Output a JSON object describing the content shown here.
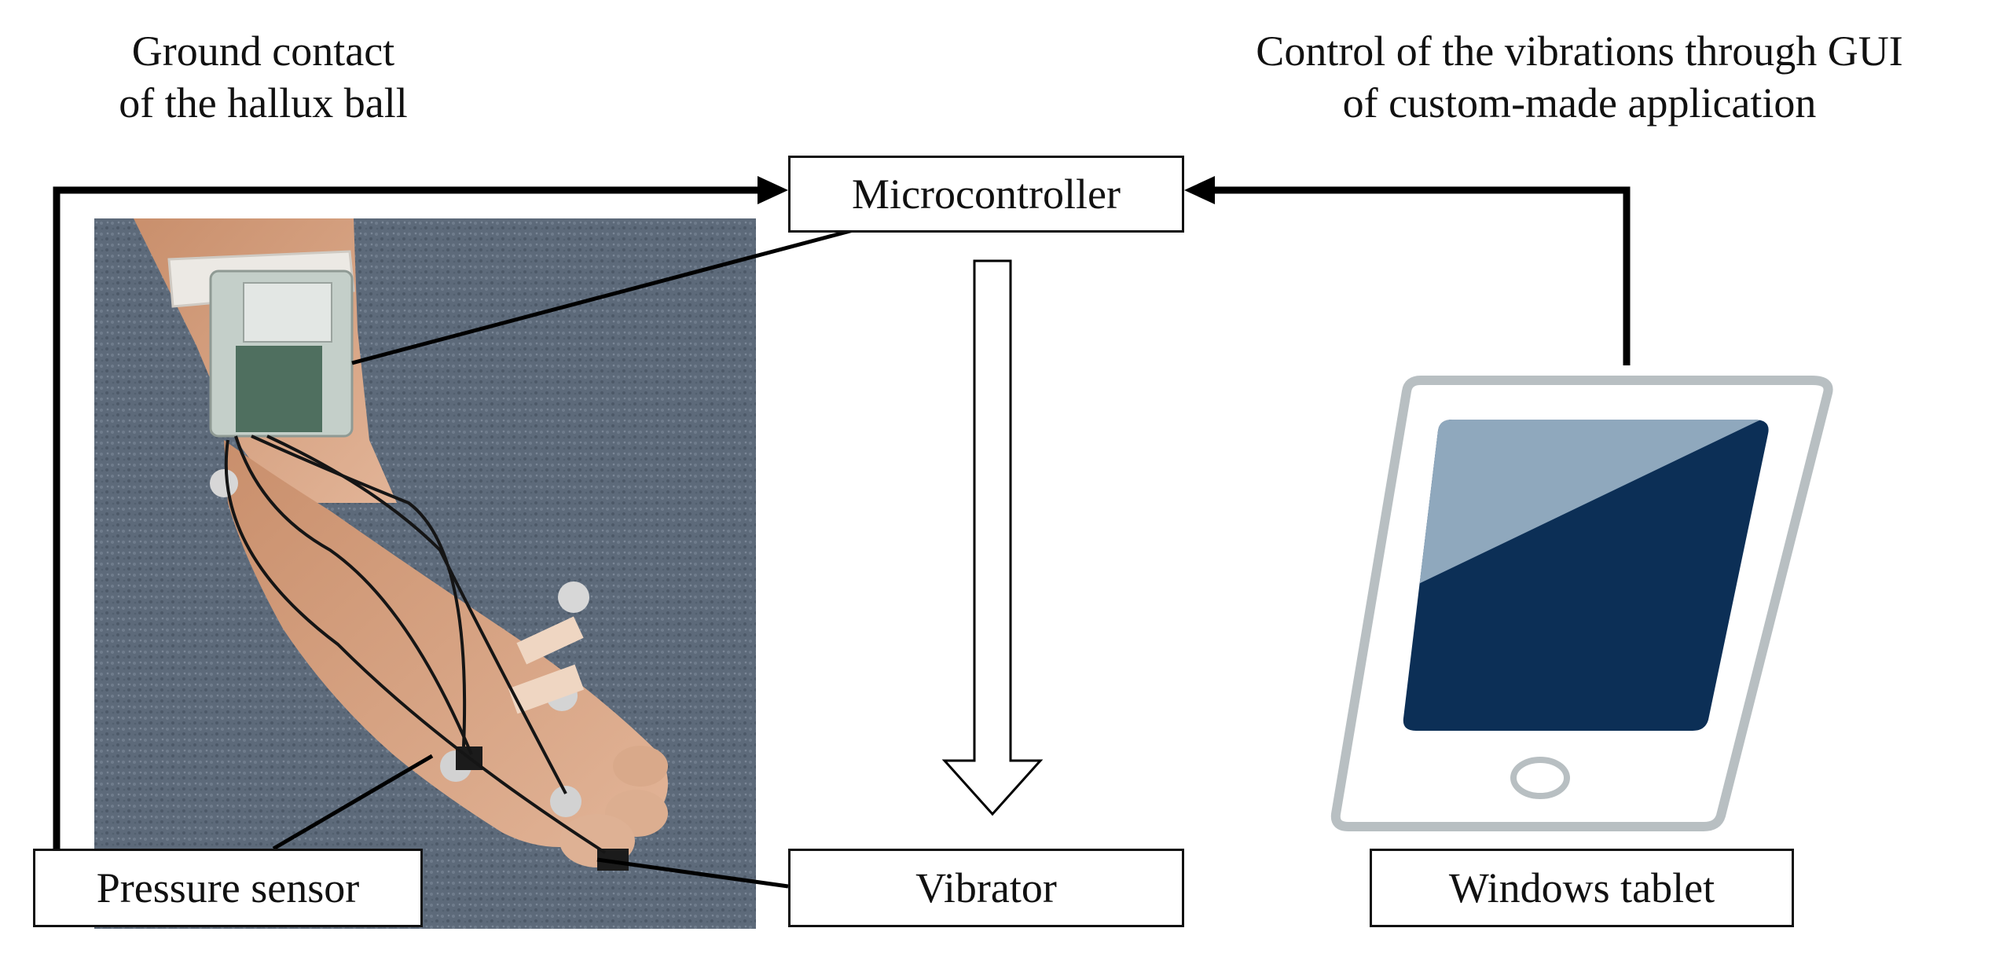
{
  "captions": {
    "ground_contact": [
      "Ground contact",
      "of the hallux ball"
    ],
    "gui_control": [
      "Control of the vibrations through GUI",
      "of custom-made application"
    ]
  },
  "boxes": {
    "microcontroller": "Microcontroller",
    "pressure_sensor": "Pressure sensor",
    "vibrator": "Vibrator",
    "windows_tablet": "Windows  tablet"
  },
  "colors": {
    "line": "#000000",
    "tablet_frame": "#b8bfc2",
    "tablet_screen_dark": "#0c2f56",
    "tablet_screen_light": "#8fa8bd",
    "carpet": "#5a6777",
    "skin": "#d9a98a"
  },
  "icons": [
    "foot-photo",
    "tablet-icon",
    "hollow-down-arrow"
  ]
}
